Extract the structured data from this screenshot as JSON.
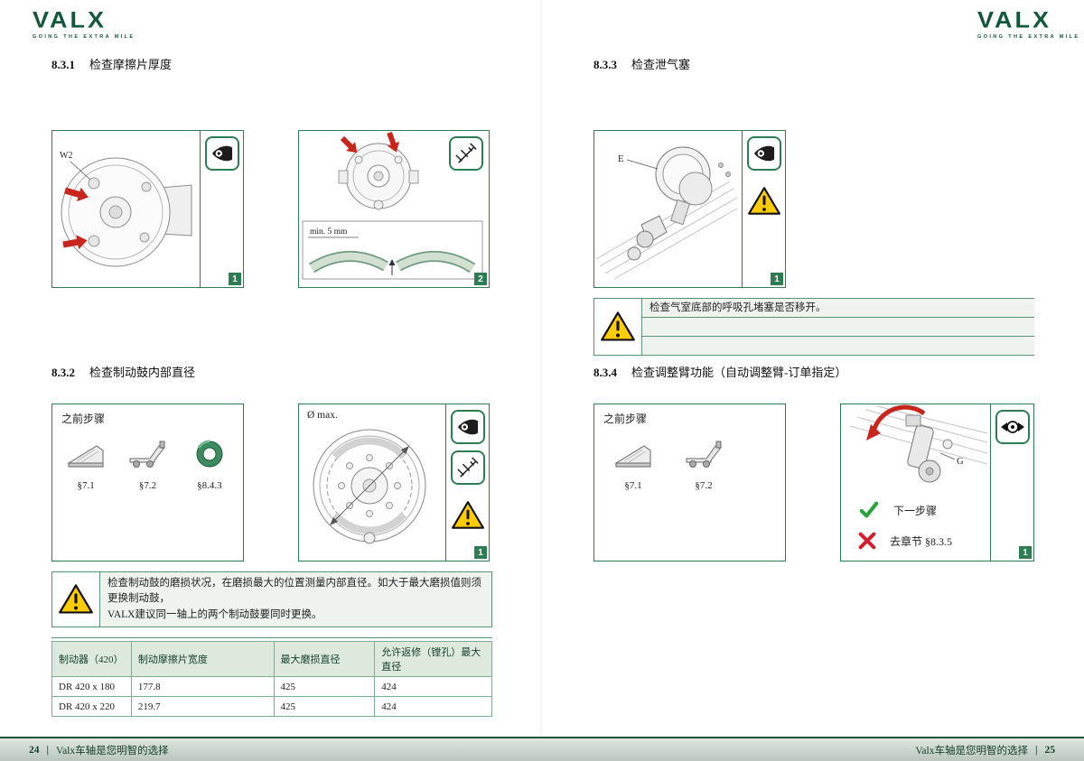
{
  "brand": {
    "name": "VALX",
    "tagline": "GOING THE EXTRA MILE"
  },
  "colors": {
    "brand_green": "#14573a",
    "figure_green": "#2e7d52",
    "warning_yellow": "#ffcc00",
    "arrow_red": "#c8251c"
  },
  "sections": {
    "s831": {
      "number": "8.3.1",
      "title": "检查摩擦片厚度"
    },
    "s832": {
      "number": "8.3.2",
      "title": "检查制动鼓内部直径"
    },
    "s833": {
      "number": "8.3.3",
      "title": "检查泄气塞"
    },
    "s834": {
      "number": "8.3.4",
      "title": "检查调整臂功能（自动调整臂-订单指定）"
    }
  },
  "figures": {
    "f831_1": {
      "badge": "1",
      "callout": "W2"
    },
    "f831_2": {
      "badge": "2",
      "min_label": "min. 5 mm"
    },
    "f832_1": {
      "badge": "1",
      "dia_label": "Ø max."
    },
    "f833_1": {
      "badge": "1",
      "callout": "E"
    },
    "f834_1": {
      "badge": "1",
      "callout": "G",
      "next_step": "下一步骤",
      "goto_section": "去章节 §8.3.5"
    }
  },
  "prev_steps_832": {
    "title": "之前步骤",
    "refs": [
      "§7.1",
      "§7.2",
      "§8.4.3"
    ]
  },
  "prev_steps_834": {
    "title": "之前步骤",
    "refs": [
      "§7.1",
      "§7.2"
    ]
  },
  "notes": {
    "n833": {
      "text": "检查气室底部的呼吸孔堵塞是否移开。"
    },
    "n832": {
      "line1": "检查制动鼓的磨损状况，在磨损最大的位置测量内部直径。如大于最大磨损值则须更换制动鼓，",
      "line2": "VALX建议同一轴上的两个制动鼓要同时更换。"
    }
  },
  "table": {
    "headers": [
      "制动器（420）",
      "制动摩擦片宽度",
      "最大磨损直径",
      "允许返修（镗孔）最大直径"
    ],
    "rows": [
      [
        "DR 420 x 180",
        "177.8",
        "425",
        "424"
      ],
      [
        "DR 420 x 220",
        "219.7",
        "425",
        "424"
      ]
    ]
  },
  "footer": {
    "left_page": "24",
    "right_page": "25",
    "slogan": "Valx车轴是您明智的选择"
  }
}
